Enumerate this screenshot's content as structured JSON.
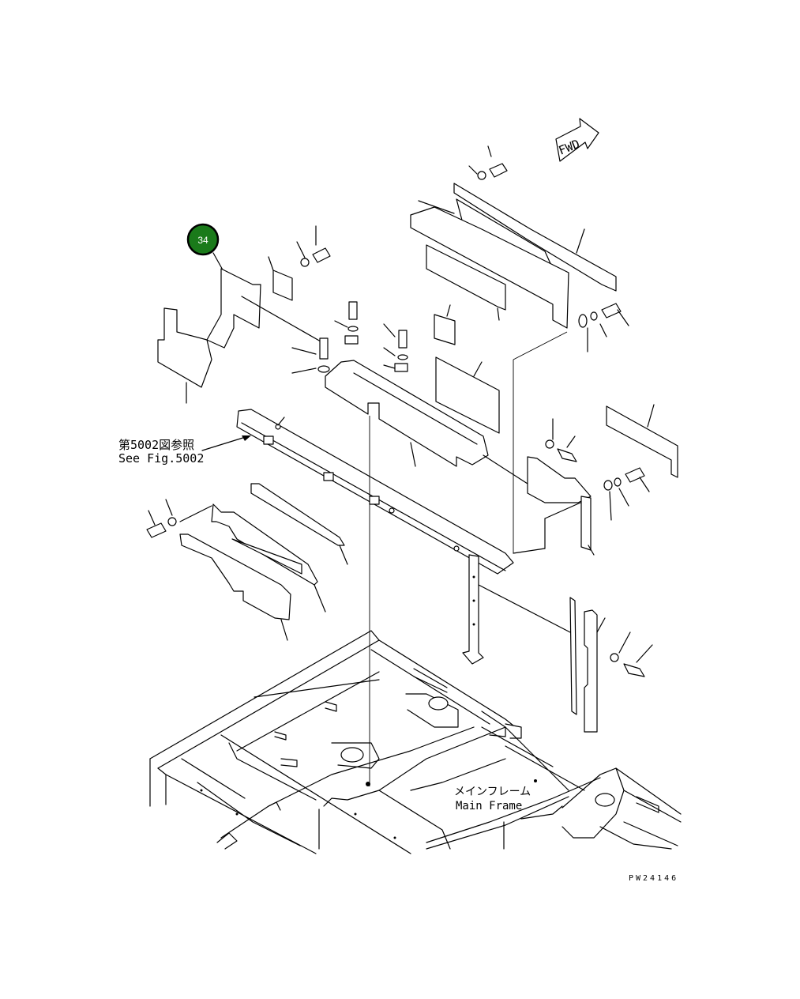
{
  "direction_marker": {
    "label": "FWD"
  },
  "callout": {
    "number": "34",
    "fill": "#1a7a1a",
    "ring": "#000000",
    "text_color": "#ffffff"
  },
  "reference": {
    "jp": "第5002図参照",
    "en": "See Fig.5002"
  },
  "main_frame": {
    "jp": "メインフレーム",
    "en": "Main Frame"
  },
  "drawing_code": "PW24146"
}
